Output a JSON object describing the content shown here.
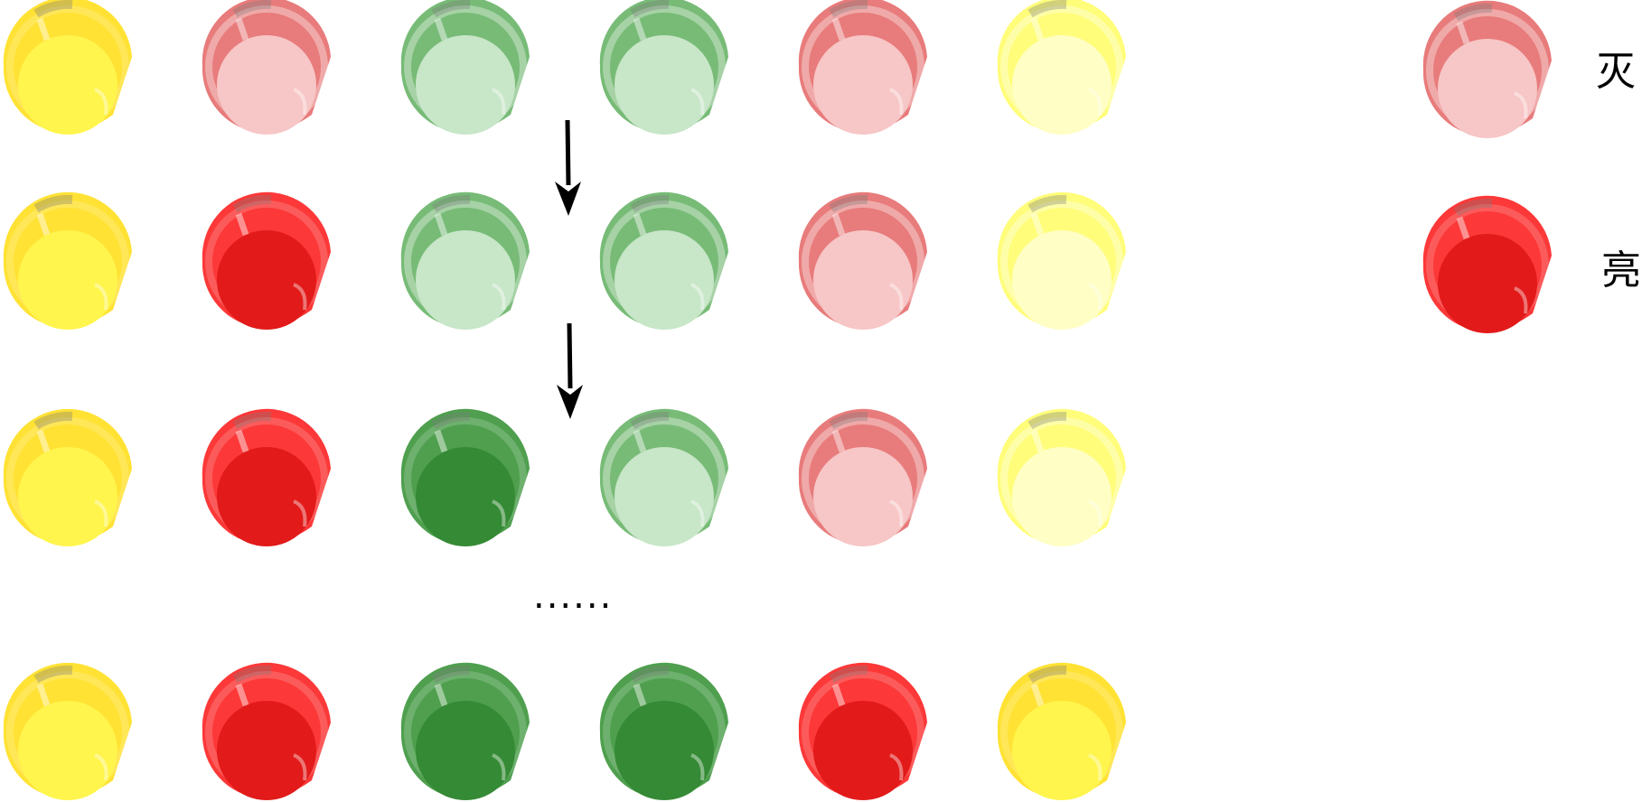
{
  "colors": {
    "yellow": {
      "on": "#fff54d",
      "on_rim": "#ffe234",
      "off": "#fffec4",
      "off_rim": "#fffd7a"
    },
    "red": {
      "on": "#e21a1a",
      "on_rim": "#fc3838",
      "off": "#f7c6c6",
      "off_rim": "#e87b7b"
    },
    "green": {
      "on": "#358a35",
      "on_rim": "#4f9f4f",
      "off": "#c8e6c8",
      "off_rim": "#77bb77"
    }
  },
  "rows": [
    [
      {
        "color": "yellow",
        "state": "on"
      },
      {
        "color": "red",
        "state": "off"
      },
      {
        "color": "green",
        "state": "off"
      },
      {
        "color": "green",
        "state": "off"
      },
      {
        "color": "red",
        "state": "off"
      },
      {
        "color": "yellow",
        "state": "off"
      }
    ],
    [
      {
        "color": "yellow",
        "state": "on"
      },
      {
        "color": "red",
        "state": "on"
      },
      {
        "color": "green",
        "state": "off"
      },
      {
        "color": "green",
        "state": "off"
      },
      {
        "color": "red",
        "state": "off"
      },
      {
        "color": "yellow",
        "state": "off"
      }
    ],
    [
      {
        "color": "yellow",
        "state": "on"
      },
      {
        "color": "red",
        "state": "on"
      },
      {
        "color": "green",
        "state": "on"
      },
      {
        "color": "green",
        "state": "off"
      },
      {
        "color": "red",
        "state": "off"
      },
      {
        "color": "yellow",
        "state": "off"
      }
    ],
    [
      {
        "color": "yellow",
        "state": "on"
      },
      {
        "color": "red",
        "state": "on"
      },
      {
        "color": "green",
        "state": "on"
      },
      {
        "color": "green",
        "state": "on"
      },
      {
        "color": "red",
        "state": "on"
      },
      {
        "color": "yellow",
        "state": "on"
      }
    ]
  ],
  "ellipsis": "......",
  "legend": [
    {
      "color": "red",
      "state": "off",
      "label": "灭"
    },
    {
      "color": "red",
      "state": "on",
      "label": "亮"
    }
  ]
}
